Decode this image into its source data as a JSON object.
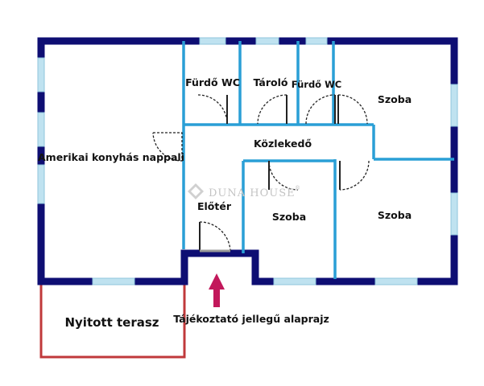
{
  "rooms": {
    "living": "Amerikai konyhás nappali",
    "bath1": "Fürdő WC",
    "storage": "Tároló",
    "bath2": "Fürdő WC",
    "room_ne": "Szoba",
    "corridor": "Közlekedő",
    "hall": "Előtér",
    "room_mid": "Szoba",
    "room_se": "Szoba",
    "terrace": "Nyitott terasz"
  },
  "caption": "Tájékoztató jellegű alaprajz",
  "watermark": "DUNA HOUSE",
  "watermark_mark": "®",
  "colors": {
    "exterior_wall": "#0e0e73",
    "interior_wall": "#2a9fd6",
    "window": "#bfe2f0",
    "terrace": "#c0393b",
    "entry_arrow": "#c2185b",
    "watermark": "#c4c4c4"
  },
  "icons": {
    "entry": "up-arrow-icon",
    "logo": "diamond-logo-icon"
  }
}
